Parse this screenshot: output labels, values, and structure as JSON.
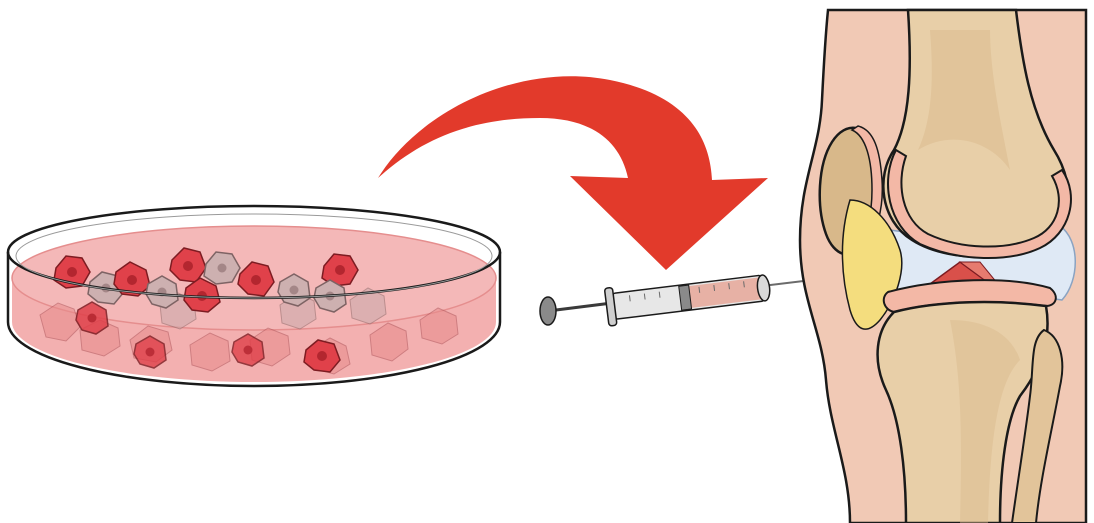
{
  "illustration": {
    "colors": {
      "background": "#ffffff",
      "outline": "#1a1a1a",
      "arrow": "#e23a2b",
      "medium": "#f2a7a7",
      "medium_dark": "#ea8c8c",
      "cell_red": "#e0414a",
      "cell_red_dark": "#b3262f",
      "cell_grey": "#c9a9aa",
      "bone": "#e8cfa8",
      "bone_dark": "#cba878",
      "skin": "#f1c9b5",
      "cartilage": "#f3b8a6",
      "fat_pad": "#f4dd7e",
      "synovial": "#dfe9f5",
      "syringe_barrel": "#e7e7e7",
      "syringe_fill": "#e7b1a5"
    },
    "elements": [
      "petri-dish",
      "cultured-cells",
      "transfer-arrow",
      "syringe",
      "knee-joint"
    ]
  }
}
